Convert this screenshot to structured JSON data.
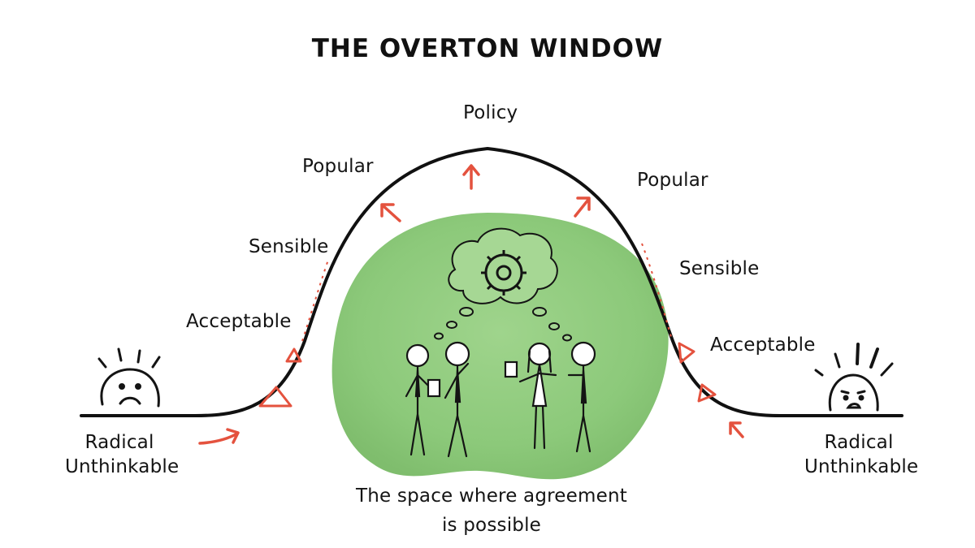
{
  "title": "THE OVERTON WINDOW",
  "labels": {
    "policy": "Policy",
    "popular_left": "Popular",
    "popular_right": "Popular",
    "sensible_left": "Sensible",
    "sensible_right": "Sensible",
    "acceptable_left": "Acceptable",
    "acceptable_right": "Acceptable",
    "radical_left": "Radical",
    "unthinkable_left": "Unthinkable",
    "radical_right": "Radical",
    "unthinkable_right": "Unthinkable"
  },
  "caption": {
    "line1": "The space where agreement",
    "line2": "is possible"
  },
  "colors": {
    "curve": "#111111",
    "accent_red": "#e4523e",
    "blob_green": "#8cc97a",
    "ink": "#141414"
  },
  "icons": [
    "worried-face-icon",
    "scared-face-icon",
    "gear-thought-icon",
    "up-arrow-icon",
    "warning-triangle-icon"
  ]
}
